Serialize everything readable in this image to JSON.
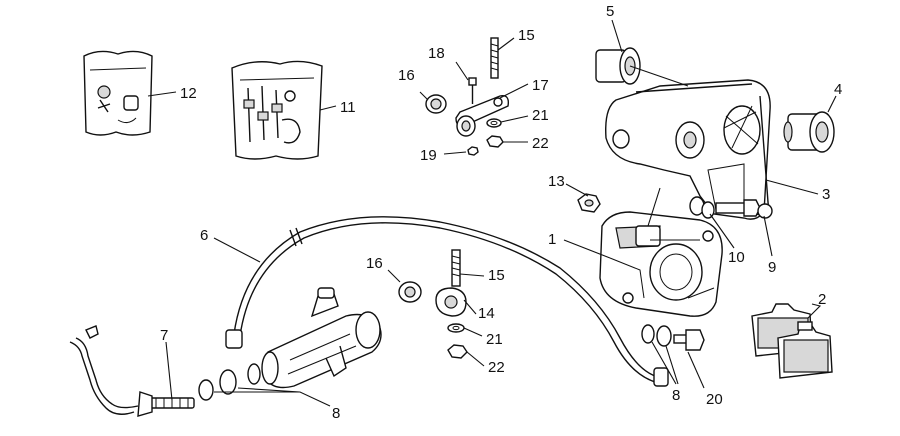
{
  "diagram": {
    "callouts": [
      {
        "id": "c1",
        "text": "1"
      },
      {
        "id": "c2",
        "text": "2"
      },
      {
        "id": "c3",
        "text": "3"
      },
      {
        "id": "c4",
        "text": "4"
      },
      {
        "id": "c5",
        "text": "5"
      },
      {
        "id": "c6",
        "text": "6"
      },
      {
        "id": "c7",
        "text": "7"
      },
      {
        "id": "c8a",
        "text": "8"
      },
      {
        "id": "c8b",
        "text": "8"
      },
      {
        "id": "c9",
        "text": "9"
      },
      {
        "id": "c10",
        "text": "10"
      },
      {
        "id": "c11",
        "text": "11"
      },
      {
        "id": "c12",
        "text": "12"
      },
      {
        "id": "c13",
        "text": "13"
      },
      {
        "id": "c14",
        "text": "14"
      },
      {
        "id": "c15a",
        "text": "15"
      },
      {
        "id": "c15b",
        "text": "15"
      },
      {
        "id": "c16a",
        "text": "16"
      },
      {
        "id": "c16b",
        "text": "16"
      },
      {
        "id": "c17",
        "text": "17"
      },
      {
        "id": "c18",
        "text": "18"
      },
      {
        "id": "c19",
        "text": "19"
      },
      {
        "id": "c20",
        "text": "20"
      },
      {
        "id": "c21a",
        "text": "21"
      },
      {
        "id": "c21b",
        "text": "21"
      },
      {
        "id": "c22a",
        "text": "22"
      },
      {
        "id": "c22b",
        "text": "22"
      }
    ]
  }
}
